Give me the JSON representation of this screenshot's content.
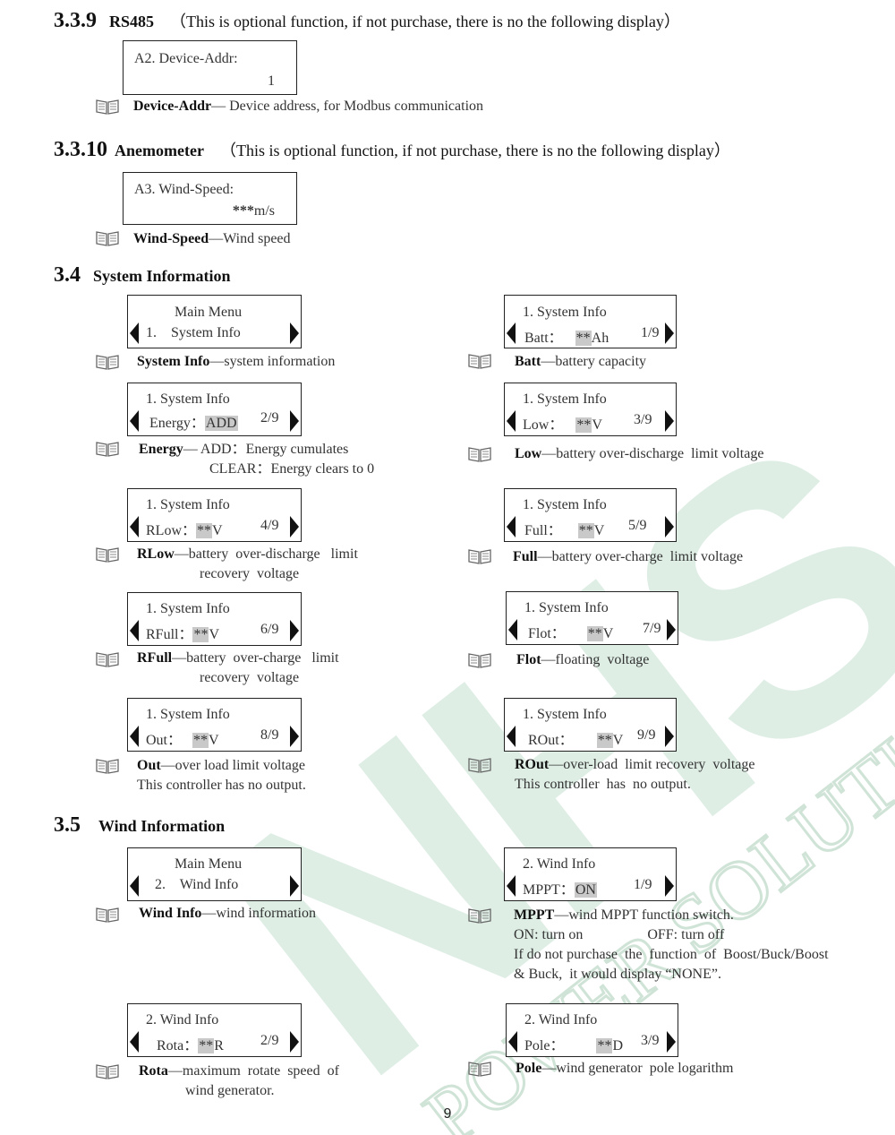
{
  "sections": {
    "s339": {
      "num": "3.3.9",
      "title": "RS485",
      "note": "（This is optional function, if not purchase, there is no the following display）"
    },
    "s3310": {
      "num": "3.3.10",
      "title": "Anemometer",
      "note": "（This is optional function, if not purchase, there is no the following display）"
    },
    "s34": {
      "num": "3.4",
      "title": "System Information"
    },
    "s35": {
      "num": "3.5",
      "title": "Wind Information"
    }
  },
  "rs485": {
    "lcd": {
      "line1": "A2. Device-Addr:",
      "value": "1"
    },
    "desc": {
      "term": "Device-Addr",
      "text": "— Device address, for Modbus communication"
    }
  },
  "anemometer": {
    "lcd": {
      "line1": "A3. Wind-Speed:",
      "value_hl": "***",
      "unit": "m/s"
    },
    "desc": {
      "term": "Wind-Speed",
      "text": "—Wind speed"
    }
  },
  "system": {
    "main": {
      "line1": "Main Menu",
      "line2": "1.    System Info",
      "term": "System Info",
      "text": "—system information"
    },
    "batt": {
      "line1": "1. System Info",
      "label": "Batt：",
      "hl": "**",
      "unit": "Ah",
      "page": "1/9",
      "term": "Batt",
      "text": "—battery capacity"
    },
    "energy": {
      "line1": "1. System Info",
      "label": "Energy：",
      "hl": "ADD",
      "unit": "",
      "page": "2/9",
      "term": "Energy",
      "text": "— ADD：Energy cumulates",
      "text2": "CLEAR：Energy clears to 0"
    },
    "low": {
      "line1": "1. System Info",
      "label": "Low：",
      "hl": "**",
      "unit": "V",
      "page": "3/9",
      "term": "Low",
      "text": "—battery over-discharge  limit voltage"
    },
    "rlow": {
      "line1": "1. System Info",
      "label": "RLow：",
      "hl": "**",
      "unit": "V",
      "page": "4/9",
      "term": "RLow",
      "text": "—battery  over-discharge   limit",
      "text2": "recovery  voltage"
    },
    "full": {
      "line1": "1. System Info",
      "label": "Full：",
      "hl": "**",
      "unit": "V",
      "page": "5/9",
      "term": "Full",
      "text": "—battery over-charge  limit voltage"
    },
    "rfull": {
      "line1": "1. System Info",
      "label": "RFull：",
      "hl": "**",
      "unit": "V",
      "page": "6/9",
      "term": "RFull",
      "text": "—battery  over-charge   limit",
      "text2": "recovery  voltage"
    },
    "flot": {
      "line1": "1. System Info",
      "label": "Flot：",
      "hl": "**",
      "unit": "V",
      "page": "7/9",
      "term": "Flot",
      "text": "—floating  voltage"
    },
    "out": {
      "line1": "1. System Info",
      "label": "Out：",
      "hl": "**",
      "unit": "V",
      "page": "8/9",
      "term": "Out",
      "text": "—over load limit voltage",
      "text2": "This controller has no output."
    },
    "rout": {
      "line1": "1. System Info",
      "label": "ROut：",
      "hl": "**",
      "unit": "V",
      "page": "9/9",
      "term": "ROut",
      "text": "—over-load  limit recovery  voltage",
      "text2": "This controller  has  no output."
    }
  },
  "wind": {
    "main": {
      "line1": "Main Menu",
      "line2": "2.    Wind Info",
      "term": "Wind Info",
      "text": "—wind information"
    },
    "mppt": {
      "line1": "2. Wind Info",
      "label": "MPPT：",
      "hl": "ON",
      "unit": "",
      "page": "1/9",
      "term": "MPPT",
      "text": "—wind MPPT function switch.",
      "text2a": "ON: turn on",
      "text2b": "OFF: turn off",
      "text3": "If do not purchase  the  function  of  Boost/Buck/Boost",
      "text4": "& Buck,  it would display “NONE”."
    },
    "rota": {
      "line1": "2. Wind Info",
      "label": "Rota：",
      "hl": "**",
      "unit": "R",
      "page": "2/9",
      "term": "Rota",
      "text": "—maximum  rotate  speed  of",
      "text2": "wind generator."
    },
    "pole": {
      "line1": "2. Wind Info",
      "label": "Pole：",
      "hl": "**",
      "unit": "D",
      "page": "3/9",
      "term": "Pole",
      "text": "—wind generator  pole logarithm"
    }
  },
  "watermark": {
    "brand": "NHS",
    "tagline": "POWER SOLUTIONS"
  },
  "page_number": "9",
  "colors": {
    "watermark": "#d7eadf",
    "highlight": "#c9c9c9"
  },
  "icons": {
    "note": "open-book-icon",
    "prev": "left-arrow-icon",
    "next": "right-arrow-icon"
  }
}
